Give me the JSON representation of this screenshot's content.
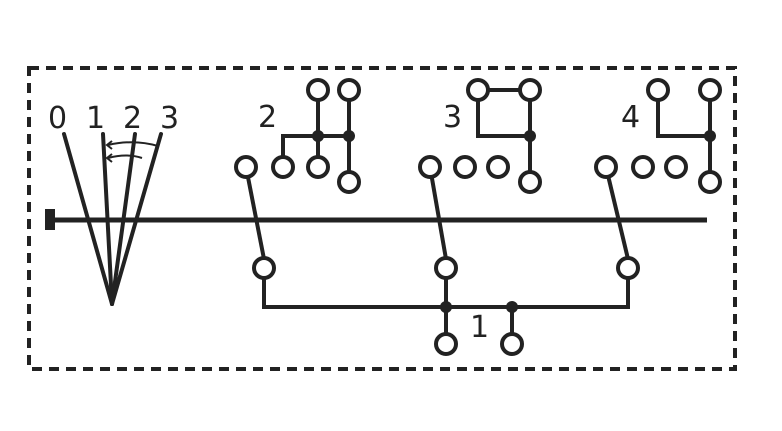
{
  "diagram": {
    "position_labels": [
      "0",
      "1",
      "2",
      "3"
    ],
    "switch_labels": {
      "s1": "1",
      "s2": "2",
      "s3": "3",
      "s4": "4"
    },
    "colors": {
      "line": "#222222",
      "background": "#ffffff"
    }
  }
}
